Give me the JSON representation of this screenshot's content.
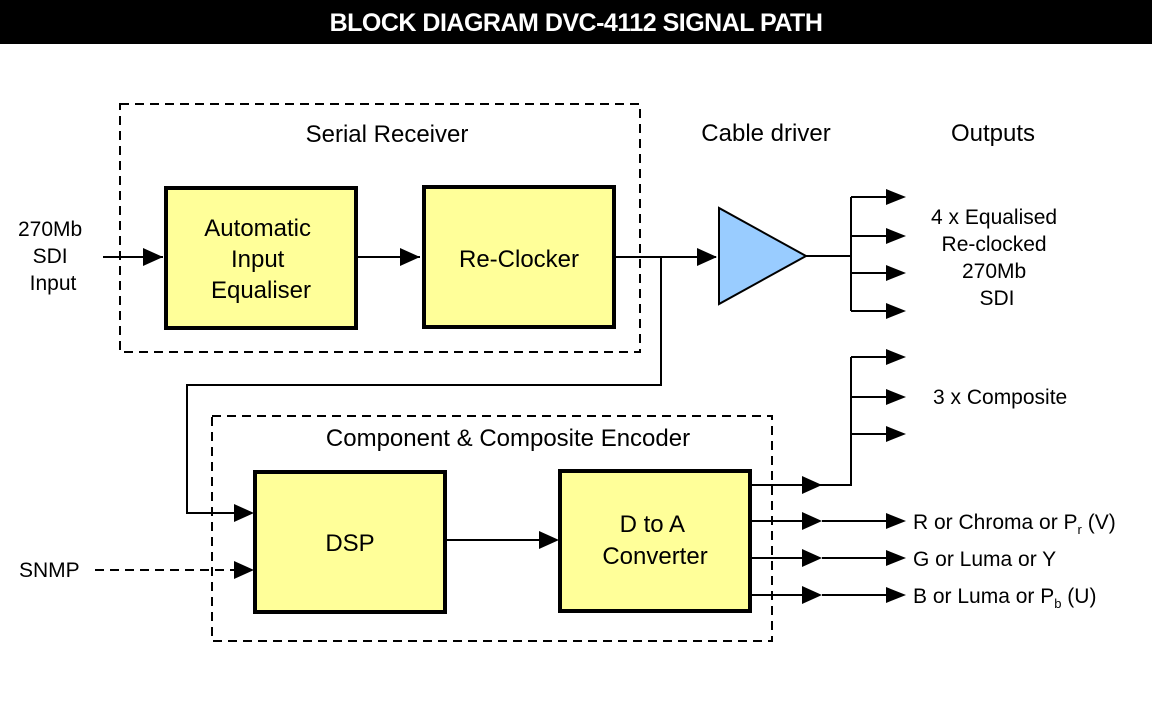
{
  "title": "BLOCK DIAGRAM DVC-4112 SIGNAL PATH",
  "colors": {
    "block_fill": "#ffff99",
    "amplifier_fill": "#99ccff",
    "line": "#000000",
    "title_bg": "#000000",
    "title_text": "#ffffff"
  },
  "groups": {
    "serial_receiver": "Serial Receiver",
    "encoder": "Component & Composite Encoder"
  },
  "blocks": {
    "equaliser": [
      "Automatic",
      "Input",
      "Equaliser"
    ],
    "reclocker": "Re-Clocker",
    "dsp": "DSP",
    "dac": [
      "D to A",
      "Converter"
    ]
  },
  "labels": {
    "input": [
      "270Mb",
      "SDI",
      "Input"
    ],
    "cable_driver": "Cable driver",
    "outputs_heading": "Outputs",
    "sdi_outputs": [
      "4 x Equalised",
      "Re-clocked",
      "270Mb",
      "SDI"
    ],
    "composite": "3 x Composite",
    "snmp": "SNMP"
  },
  "component_outputs": [
    {
      "main": "R or Chroma or P",
      "sub": "r",
      "tail": " (V)"
    },
    {
      "main": "G or Luma or Y",
      "sub": "",
      "tail": ""
    },
    {
      "main": "B or Luma or P",
      "sub": "b",
      "tail": " (U)"
    }
  ]
}
